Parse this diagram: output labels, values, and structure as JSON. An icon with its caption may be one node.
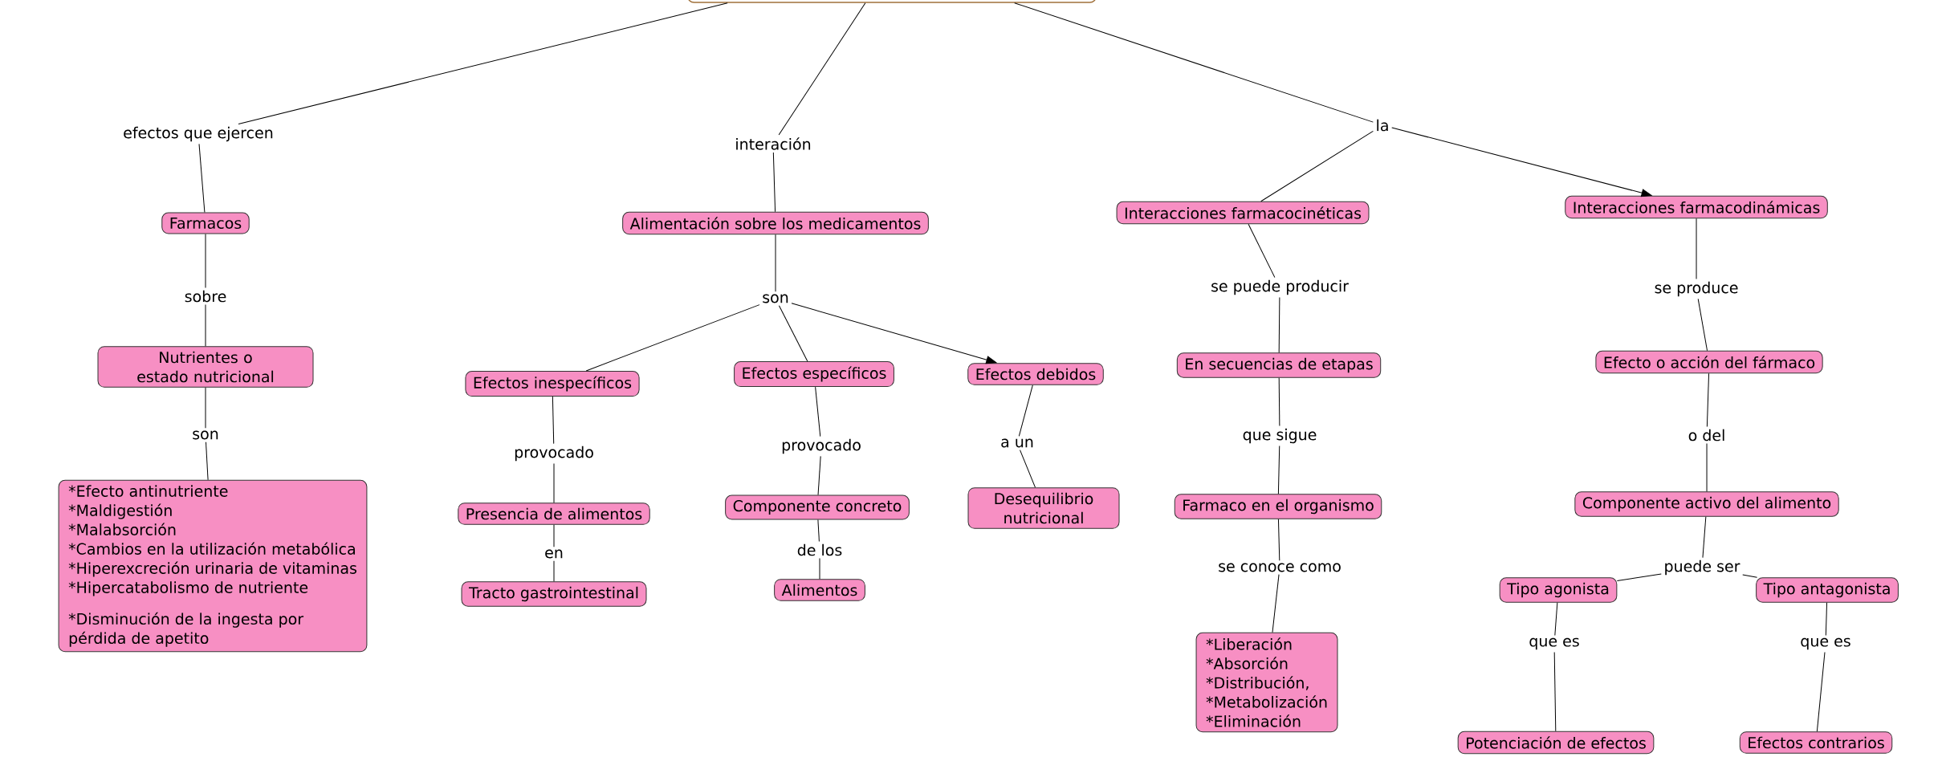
{
  "diagram": {
    "nodes": [
      {
        "text": [],
        "shape": "box"
      },
      {
        "text": [
          "efectos que ejercen"
        ]
      },
      {
        "text": [
          "interación"
        ]
      },
      {
        "text": [
          "la"
        ]
      },
      {
        "text": [
          "Farmacos"
        ]
      },
      {
        "text": [
          "sobre"
        ]
      },
      {
        "text": [
          "Nutrientes o estado nutricional"
        ]
      },
      {
        "text": [
          "son"
        ]
      },
      {
        "text": [
          "*Efecto antinutriente",
          "*Maldigestión",
          "*Malabsorción",
          "*Cambios en la utilización metabólica",
          "*Hiperexcreción urinaria de vitaminas",
          "*Hipercatabolismo de nutriente",
          "*Disminución de la ingesta por pérdida de apetito"
        ]
      },
      {
        "text": [
          "Alimentación sobre los medicamentos"
        ]
      },
      {
        "text": [
          "son"
        ]
      },
      {
        "text": [
          "Efectos inespecíficos"
        ]
      },
      {
        "text": [
          "Efectos específicos"
        ]
      },
      {
        "text": [
          "Efectos debidos"
        ]
      },
      {
        "text": [
          "provocado"
        ]
      },
      {
        "text": [
          "provocado"
        ]
      },
      {
        "text": [
          "a un"
        ]
      },
      {
        "text": [
          "Presencia de alimentos"
        ]
      },
      {
        "text": [
          "Componente concreto"
        ]
      },
      {
        "text": [
          "Desequilibrio nutricional"
        ]
      },
      {
        "text": [
          "en"
        ]
      },
      {
        "text": [
          "de los"
        ]
      },
      {
        "text": [
          "Tracto gastrointestinal"
        ]
      },
      {
        "text": [
          "Alimentos"
        ]
      },
      {
        "text": [
          "Interacciones farmacocinéticas"
        ]
      },
      {
        "text": [
          "Interacciones farmacodinámicas"
        ]
      },
      {
        "text": [
          "se puede producir"
        ]
      },
      {
        "text": [
          "se produce"
        ]
      },
      {
        "text": [
          "En secuencias de etapas"
        ]
      },
      {
        "text": [
          "Efecto o acción del fármaco"
        ]
      },
      {
        "text": [
          "que sigue"
        ]
      },
      {
        "text": [
          "o del"
        ]
      },
      {
        "text": [
          "Farmaco en el organismo"
        ]
      },
      {
        "text": [
          "Componente activo del alimento"
        ]
      },
      {
        "text": [
          "se conoce como"
        ]
      },
      {
        "text": [
          "puede ser"
        ]
      },
      {
        "text": [
          "*Liberación",
          "*Absorción",
          "*Distribución,",
          "*Metabolización",
          "*Eliminación"
        ]
      },
      {
        "text": [
          "Tipo agonista"
        ]
      },
      {
        "text": [
          "Tipo antagonista"
        ]
      },
      {
        "text": [
          "que es"
        ]
      },
      {
        "text": [
          "que es"
        ]
      },
      {
        "text": [
          "Potenciación de efectos"
        ]
      },
      {
        "text": [
          "Efectos contrarios"
        ]
      }
    ],
    "edges": [
      {
        "from": 0,
        "to": 1,
        "arrow": "none"
      },
      {
        "from": 1,
        "to": 4,
        "arrow": "none"
      },
      {
        "from": 4,
        "to": 5,
        "arrow": "none"
      },
      {
        "from": 5,
        "to": 6,
        "arrow": "none"
      },
      {
        "from": 6,
        "to": 7,
        "arrow": "none"
      },
      {
        "from": 7,
        "to": 8,
        "arrow": "none"
      },
      {
        "from": 0,
        "to": 2,
        "arrow": "none"
      },
      {
        "from": 2,
        "to": 9,
        "arrow": "none"
      },
      {
        "from": 9,
        "to": 10,
        "arrow": "none"
      },
      {
        "from": 10,
        "to": 11,
        "arrow": "none"
      },
      {
        "from": 10,
        "to": 12,
        "arrow": "none"
      },
      {
        "from": 10,
        "to": 13,
        "arrow": "to"
      },
      {
        "from": 11,
        "to": 14,
        "arrow": "none"
      },
      {
        "from": 14,
        "to": 17,
        "arrow": "none"
      },
      {
        "from": 17,
        "to": 20,
        "arrow": "none"
      },
      {
        "from": 20,
        "to": 22,
        "arrow": "none"
      },
      {
        "from": 12,
        "to": 15,
        "arrow": "none"
      },
      {
        "from": 15,
        "to": 18,
        "arrow": "none"
      },
      {
        "from": 18,
        "to": 21,
        "arrow": "none"
      },
      {
        "from": 21,
        "to": 23,
        "arrow": "none"
      },
      {
        "from": 13,
        "to": 16,
        "arrow": "none"
      },
      {
        "from": 16,
        "to": 19,
        "arrow": "none"
      },
      {
        "from": 0,
        "to": 3,
        "arrow": "none"
      },
      {
        "from": 3,
        "to": 24,
        "arrow": "none"
      },
      {
        "from": 3,
        "to": 25,
        "arrow": "to"
      },
      {
        "from": 24,
        "to": 26,
        "arrow": "none"
      },
      {
        "from": 26,
        "to": 28,
        "arrow": "none"
      },
      {
        "from": 28,
        "to": 30,
        "arrow": "none"
      },
      {
        "from": 30,
        "to": 32,
        "arrow": "none"
      },
      {
        "from": 32,
        "to": 34,
        "arrow": "none"
      },
      {
        "from": 34,
        "to": 36,
        "arrow": "none"
      },
      {
        "from": 25,
        "to": 27,
        "arrow": "none"
      },
      {
        "from": 27,
        "to": 29,
        "arrow": "none"
      },
      {
        "from": 29,
        "to": 31,
        "arrow": "none"
      },
      {
        "from": 31,
        "to": 33,
        "arrow": "none"
      },
      {
        "from": 33,
        "to": 35,
        "arrow": "none"
      },
      {
        "from": 35,
        "to": 37,
        "arrow": "none"
      },
      {
        "from": 35,
        "to": 38,
        "arrow": "none"
      },
      {
        "from": 37,
        "to": 39,
        "arrow": "none"
      },
      {
        "from": 39,
        "to": 41,
        "arrow": "none"
      },
      {
        "from": 38,
        "to": 40,
        "arrow": "none"
      },
      {
        "from": 40,
        "to": 42,
        "arrow": "none"
      }
    ]
  }
}
